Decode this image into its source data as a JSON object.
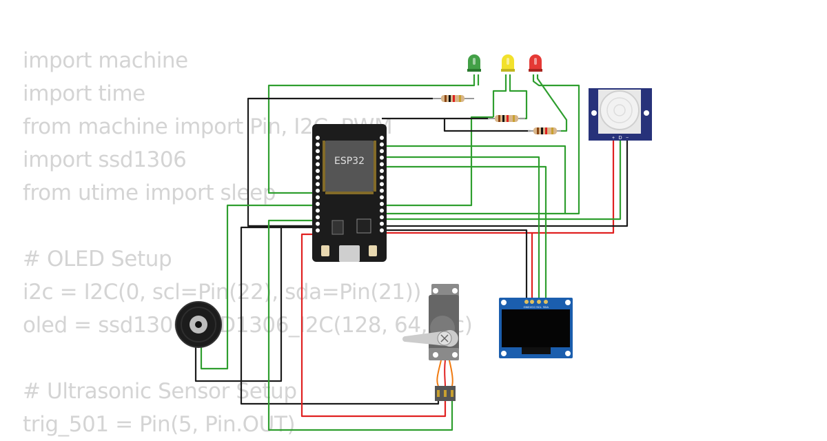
{
  "code_lines": [
    "import machine",
    "import time",
    "from machine import Pin, I2C, PWM",
    "import ssd1306",
    "from utime import sleep",
    "",
    "# OLED Setup",
    "i2c = I2C(0, scl=Pin(22), sda=Pin(21))",
    "oled = ssd1306.SSD1306_I2C(128, 64, i2c)",
    "",
    "# Ultrasonic Sensor Setup",
    "trig_501 = Pin(5, Pin.OUT)"
  ],
  "esp32": {
    "label": "ESP32"
  },
  "oled": {
    "pin_labels": [
      "GND",
      "VCC",
      "SCL",
      "SDA"
    ]
  },
  "pir": {
    "pin_labels": [
      "+",
      "D",
      "−"
    ]
  },
  "leds": [
    {
      "name": "green",
      "color": "#43a047"
    },
    {
      "name": "yellow",
      "color": "#f2e12c"
    },
    {
      "name": "red",
      "color": "#e53935"
    }
  ],
  "wire_colors": {
    "green": "#2e9e2e",
    "black": "#1a1a1a",
    "red": "#e02020",
    "orange": "#f07a10"
  }
}
